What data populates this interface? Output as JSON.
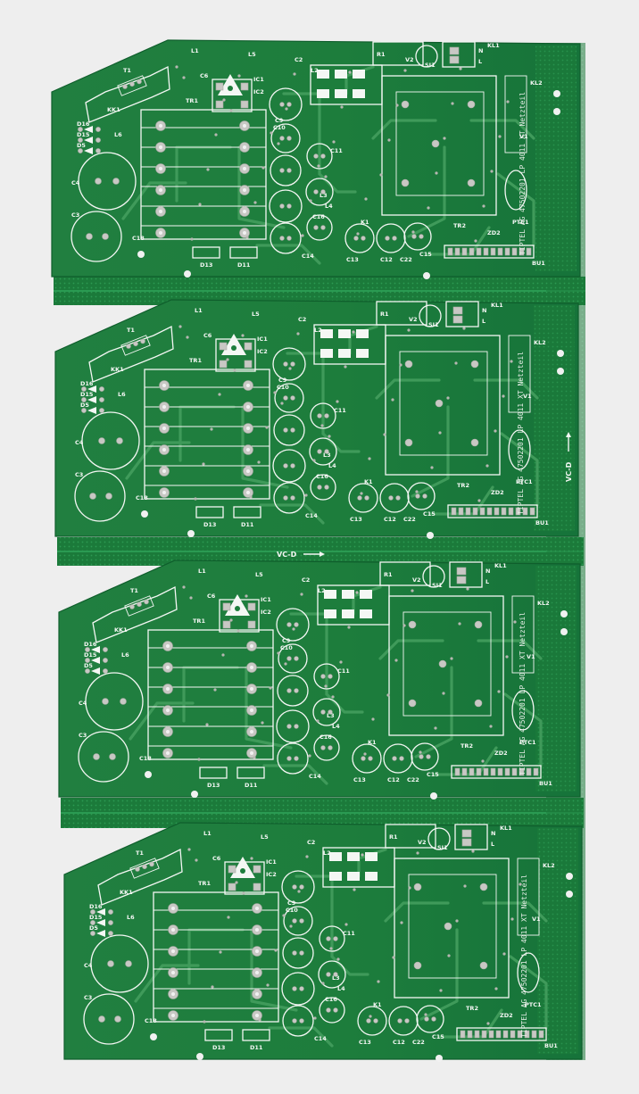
{
  "photo": {
    "background_color": "#eeeeee",
    "solder_mask_color": "#1d7d3c",
    "copper_pad_color": "#c8c8c4",
    "silkscreen_color": "#f4f7f4"
  },
  "panel": {
    "boards": [
      {
        "position": 1,
        "orientation": "vertical"
      },
      {
        "position": 2,
        "orientation": "vertical"
      },
      {
        "position": 3,
        "orientation": "vertical"
      },
      {
        "position": 4,
        "orientation": "vertical"
      }
    ],
    "board_legend": "TIPTEL AG 47502201 LP 4011 XT Netzteil",
    "direction_marks": [
      "VC-D",
      "VC-D"
    ],
    "component_labels": [
      "T1",
      "KK1",
      "L1",
      "L5",
      "L2",
      "C2",
      "C6",
      "IC1",
      "IC2",
      "TR1",
      "TR2",
      "D16",
      "D15",
      "D5",
      "D13",
      "D11",
      "L6",
      "C4",
      "C3",
      "C18",
      "C9",
      "C10",
      "C11",
      "C14",
      "C15",
      "C16",
      "C13",
      "C12",
      "C22",
      "L3",
      "L4",
      "K1",
      "R1",
      "V2",
      "SI1",
      "KL1",
      "KL2",
      "V1",
      "ZD2",
      "PTC1",
      "BU1"
    ],
    "terminal_marks": [
      "N",
      "L"
    ]
  }
}
